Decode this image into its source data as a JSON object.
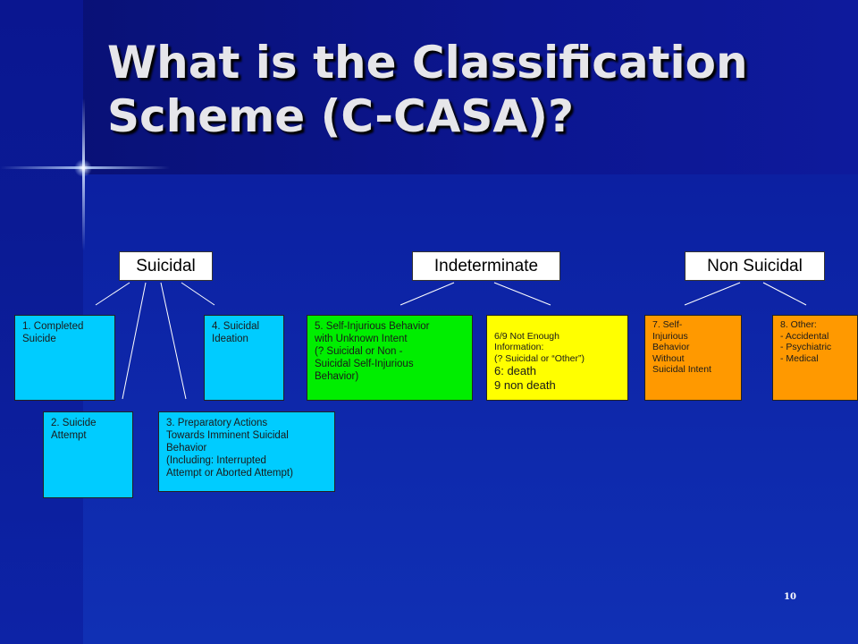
{
  "title": "What is the Classification Scheme (C-CASA)?",
  "categories": {
    "suicidal": "Suicidal",
    "indeterminate": "Indeterminate",
    "non_suicidal": "Non Suicidal"
  },
  "boxes": {
    "completed_suicide": "1. Completed\nSuicide",
    "suicide_attempt": "2. Suicide\nAttempt",
    "preparatory_actions": "3. Preparatory Actions\nTowards Imminent Suicidal\nBehavior\n(Including: Interrupted\nAttempt or Aborted Attempt)",
    "suicidal_ideation": "4. Suicidal\nIdeation",
    "self_injurious_unknown": "5. Self-Injurious Behavior\nwith Unknown Intent\n(? Suicidal or Non -\nSuicidal Self-Injurious\nBehavior)",
    "not_enough_info": {
      "line1": "6/9 Not Enough\nInformation:\n(? Suicidal or “Other”)",
      "line2": "6: death\n9 non death"
    },
    "self_injurious_without": "7. Self-\nInjurious\nBehavior\nWithout\nSuicidal Intent",
    "other": "8. Other:\n- Accidental\n- Psychiatric\n- Medical"
  },
  "page_number": "10",
  "colors": {
    "background": "#0e26a8",
    "cyan_box": "#00ccff",
    "green_box": "#00ee00",
    "yellow_box": "#ffff00",
    "orange_box": "#ff9900",
    "title_text": "#e6e6ea"
  }
}
